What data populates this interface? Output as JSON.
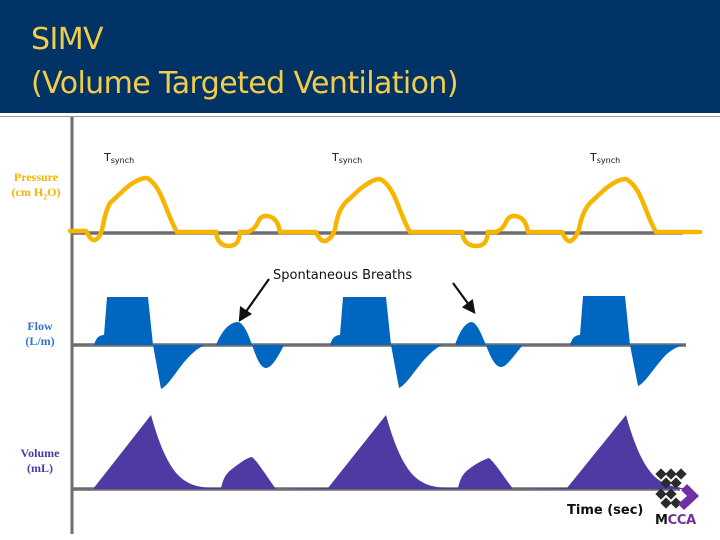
{
  "header": {
    "title_line1": "SIMV",
    "title_line2": "(Volume Targeted Ventilation)",
    "background": "#013366",
    "title_color": "#f2cd4a"
  },
  "panels": {
    "pressure": {
      "label_line1": "Pressure",
      "label_line2a": "(cm H",
      "label_sub": "2",
      "label_line2b": "O)",
      "color": "#f7b500"
    },
    "flow": {
      "label_line1": "Flow",
      "label_line2": "(L/m)",
      "color": "#0067c0"
    },
    "volume": {
      "label_line1": "Volume",
      "label_line2": "(mL)",
      "color": "#4f3aa3"
    }
  },
  "markers": [
    {
      "label": "T",
      "sub": "synch"
    },
    {
      "label": "T",
      "sub": "synch"
    },
    {
      "label": "T",
      "sub": "synch"
    }
  ],
  "annotation": {
    "text": "Spontaneous Breaths"
  },
  "x_axis": {
    "label": "Time (sec)"
  },
  "logo": {
    "letter1": "M",
    "rest": "CCA",
    "color1": "#111111",
    "color2": "#7030a0"
  },
  "chart_data": {
    "type": "line",
    "title": "SIMV (Volume Targeted Ventilation)",
    "xlabel": "Time (sec)",
    "panels": [
      {
        "name": "Pressure (cm H2O)",
        "breaths": [
          "mandatory",
          "spontaneous",
          "mandatory",
          "spontaneous",
          "mandatory"
        ]
      },
      {
        "name": "Flow (L/m)",
        "breaths": [
          "mandatory (square wave)",
          "spontaneous",
          "mandatory (square wave)",
          "spontaneous",
          "mandatory (square wave)"
        ]
      },
      {
        "name": "Volume (mL)",
        "breaths": [
          "mandatory (large)",
          "spontaneous (small)",
          "mandatory (large)",
          "spontaneous (small)",
          "mandatory (large)"
        ]
      }
    ],
    "annotations": [
      "Tsynch",
      "Tsynch",
      "Tsynch",
      "Spontaneous Breaths"
    ]
  }
}
